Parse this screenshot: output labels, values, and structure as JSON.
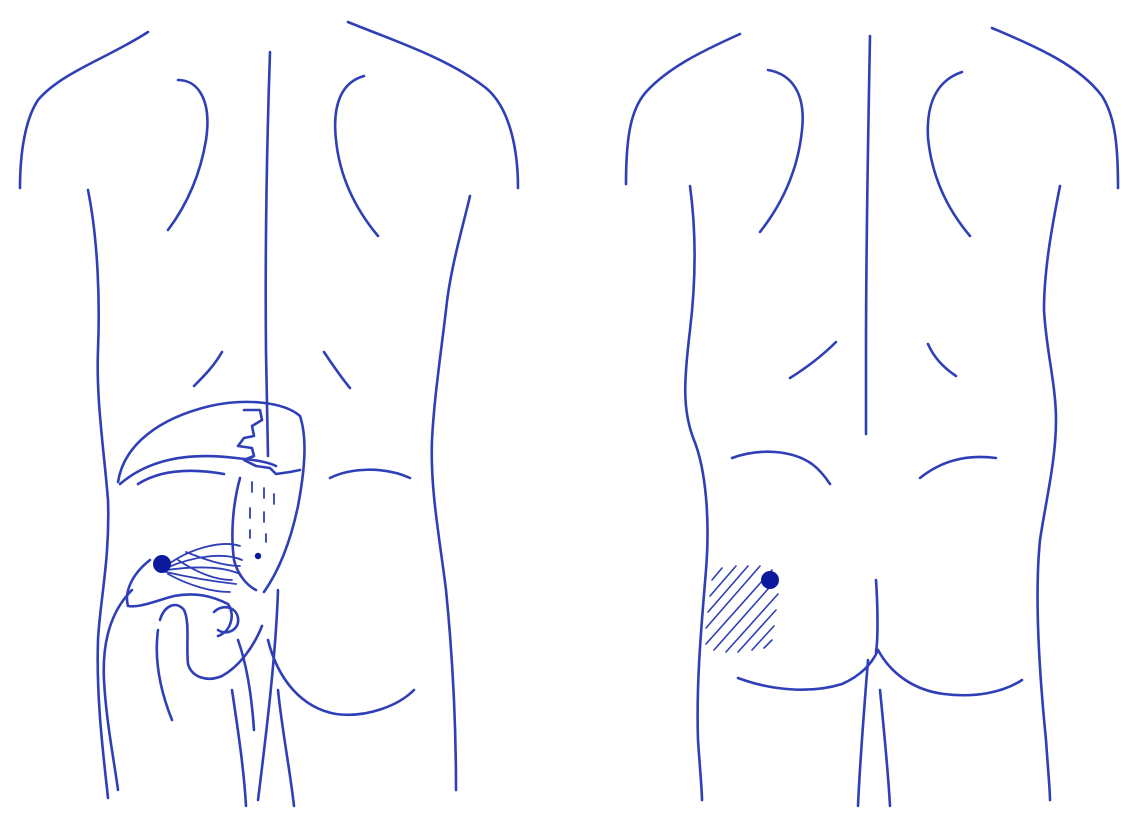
{
  "figure": {
    "panels": [
      {
        "id": "left",
        "view": "posterior",
        "overlay": "pelvis-and-muscle",
        "trigger_point": true
      },
      {
        "id": "right",
        "view": "posterior",
        "overlay": "referred-pain-hatch",
        "trigger_point": true
      }
    ],
    "colors": {
      "ink": "#2f3fb7",
      "dot": "#0b1a9c",
      "background": "#ffffff"
    }
  }
}
